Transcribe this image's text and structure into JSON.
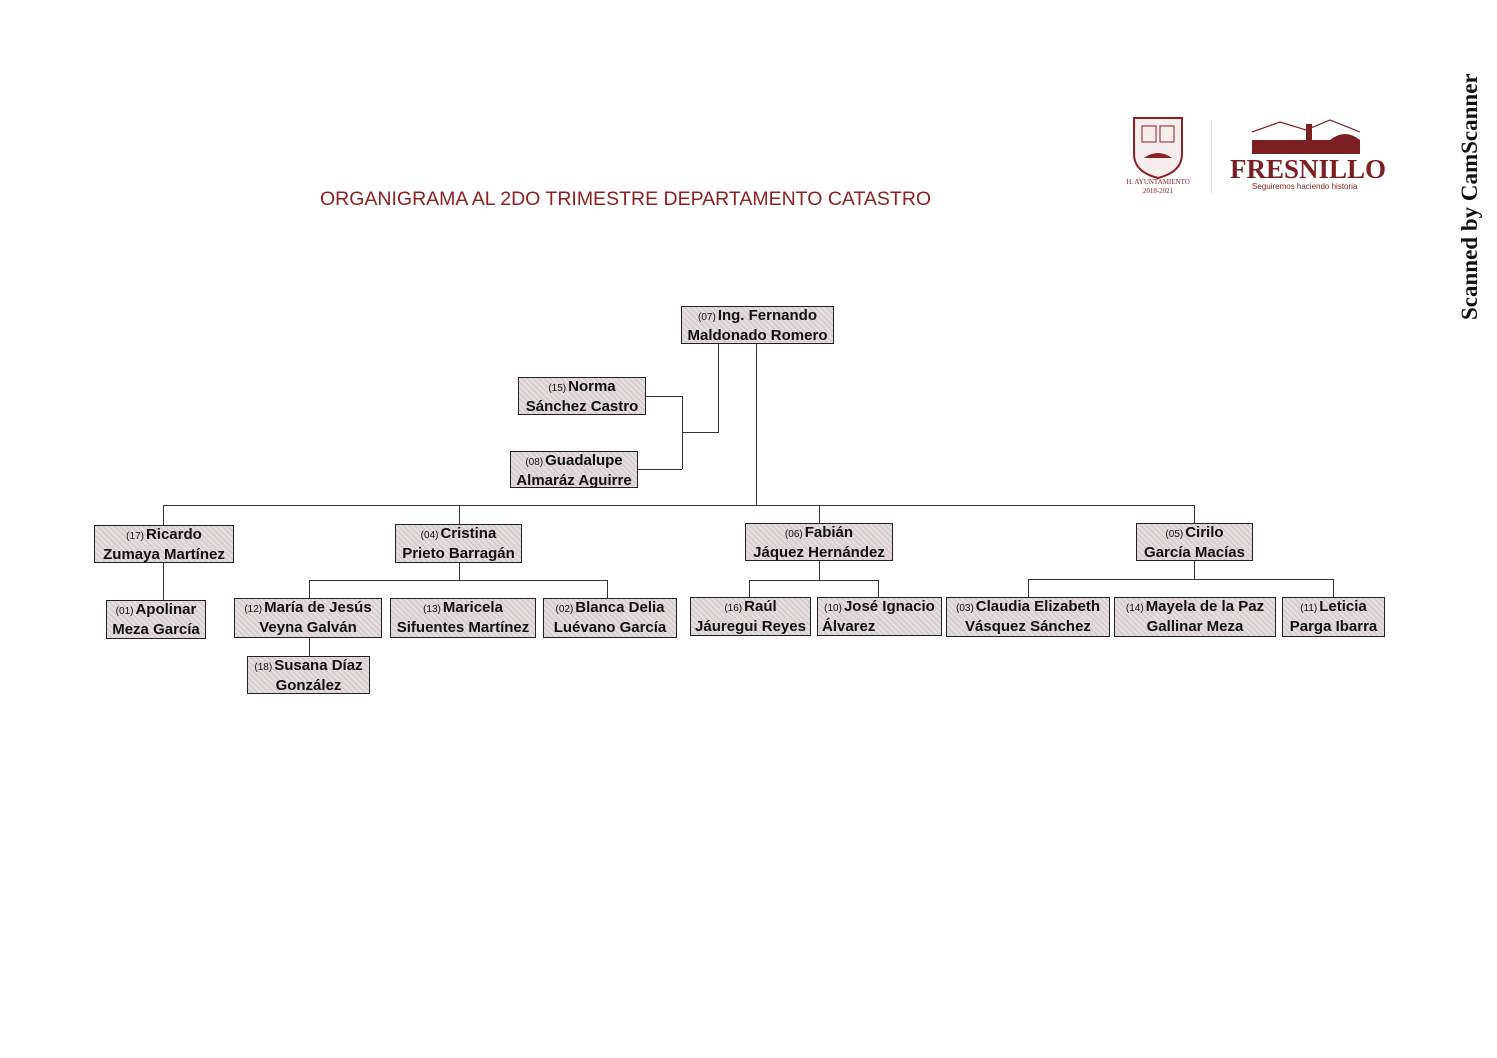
{
  "title": "ORGANIGRAMA AL 2DO TRIMESTRE DEPARTAMENTO CATASTRO",
  "scanner_mark": "Scanned by CamScanner",
  "logo": {
    "seal_caption_1": "H. AYUNTAMIENTO",
    "seal_caption_2": "2018-2021",
    "brand": "FRESNILLO",
    "tagline": "Seguiremos haciendo historia"
  },
  "colors": {
    "title": "#8e1f22",
    "box_fill": "#ddd4d6",
    "line": "#333333"
  },
  "nodes": {
    "n07": {
      "num": "(07)",
      "line1": "Ing. Fernando",
      "line2": "Maldonado Romero"
    },
    "n15": {
      "num": "(15)",
      "line1": "Norma",
      "line2": "Sánchez Castro"
    },
    "n08": {
      "num": "(08)",
      "line1": "Guadalupe",
      "line2": "Almaráz Aguirre"
    },
    "n17": {
      "num": "(17)",
      "line1": "Ricardo",
      "line2": "Zumaya Martínez"
    },
    "n04": {
      "num": "(04)",
      "line1": "Cristina",
      "line2": "Prieto Barragán"
    },
    "n06": {
      "num": "(06)",
      "line1": "Fabián",
      "line2": "Jáquez Hernández"
    },
    "n05": {
      "num": "(05)",
      "line1": "Cirilo",
      "line2": "García Macías"
    },
    "n01": {
      "num": "(01)",
      "line1": "Apolinar",
      "line2": "Meza García"
    },
    "n12": {
      "num": "(12)",
      "line1": "María de Jesús",
      "line2": "Veyna Galván"
    },
    "n13": {
      "num": "(13)",
      "line1": "Maricela",
      "line2": "Sifuentes Martínez"
    },
    "n02": {
      "num": "(02)",
      "line1": "Blanca Delia",
      "line2": "Luévano García"
    },
    "n18": {
      "num": "(18)",
      "line1": "Susana Díaz",
      "line2": "González"
    },
    "n16": {
      "num": "(16)",
      "line1": "Raúl",
      "line2": "Jáuregui Reyes"
    },
    "n10": {
      "num": "(10)",
      "line1": "José Ignacio",
      "line2": "Álvarez"
    },
    "n03": {
      "num": "(03)",
      "line1": "Claudia Elizabeth",
      "line2": "Vásquez Sánchez"
    },
    "n14": {
      "num": "(14)",
      "line1": "Mayela de la Paz",
      "line2": "Gallinar Meza"
    },
    "n11": {
      "num": "(11)",
      "line1": "Leticia",
      "line2": "Parga Ibarra"
    }
  }
}
